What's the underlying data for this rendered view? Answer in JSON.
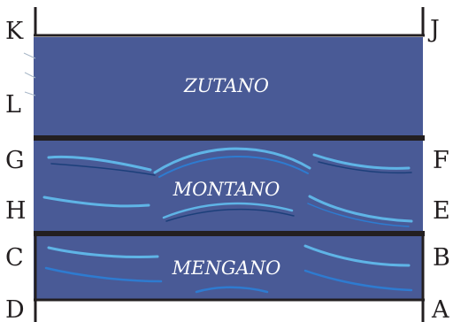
{
  "diagram": {
    "colors": {
      "band_fill": "#495a96",
      "boundary": "#231f20",
      "streak_light": "#5fb4e6",
      "streak_mid": "#2e7bd0",
      "label_text": "#ffffff"
    },
    "bands": [
      {
        "id": "zutano",
        "label": "ZUTANO"
      },
      {
        "id": "montano",
        "label": "MONTANO"
      },
      {
        "id": "mengano",
        "label": "MENGANO"
      }
    ],
    "corner_labels": {
      "k": "K",
      "j": "J",
      "l": "L",
      "g": "G",
      "f": "F",
      "h": "H",
      "e": "E",
      "c": "C",
      "b": "B",
      "d": "D",
      "a": "A"
    }
  }
}
